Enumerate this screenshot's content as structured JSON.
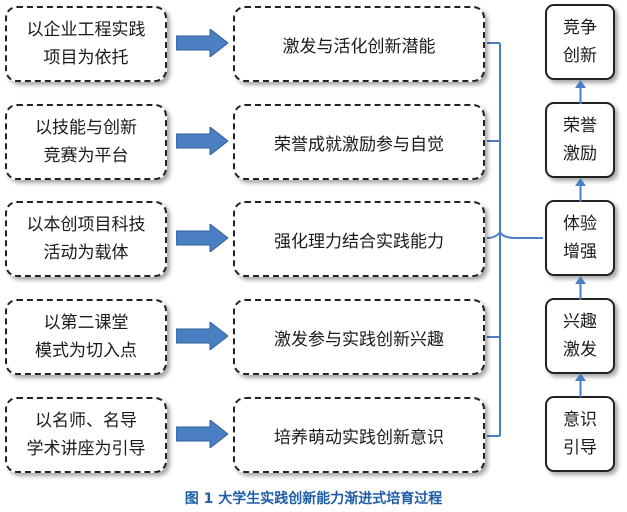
{
  "diagram": {
    "sources": [
      {
        "line1": "以企业工程实践",
        "line2": "项目为依托"
      },
      {
        "line1": "以技能与创新",
        "line2": "竞赛为平台"
      },
      {
        "line1": "以本创项目科技",
        "line2": "活动为载体"
      },
      {
        "line1": "以第二课堂",
        "line2": "模式为切入点"
      },
      {
        "line1": "以名师、名导",
        "line2": "学术讲座为引导"
      }
    ],
    "effects": [
      "激发与活化创新潜能",
      "荣誉成就激励参与自觉",
      "强化理力结合实践能力",
      "激发参与实践创新兴趣",
      "培养萌动实践创新意识"
    ],
    "stages": [
      {
        "line1": "竞争",
        "line2": "创新"
      },
      {
        "line1": "荣誉",
        "line2": "激励"
      },
      {
        "line1": "体验",
        "line2": "增强"
      },
      {
        "line1": "兴趣",
        "line2": "激发"
      },
      {
        "line1": "意识",
        "line2": "引导"
      }
    ],
    "caption": "图 1  大学生实践创新能力渐进式培育过程",
    "colors": {
      "arrow": "#4a7fc1",
      "connector": "#4a7fc1",
      "caption": "#1f5fa8"
    }
  }
}
